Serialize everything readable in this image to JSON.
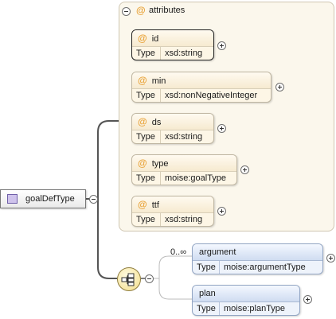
{
  "root": {
    "name": "goalDefType"
  },
  "attributes_group": {
    "label": "attributes",
    "attributes": [
      {
        "name": "id",
        "type_key": "Type",
        "type": "xsd:string"
      },
      {
        "name": "min",
        "type_key": "Type",
        "type": "xsd:nonNegativeInteger"
      },
      {
        "name": "ds",
        "type_key": "Type",
        "type": "xsd:string"
      },
      {
        "name": "type",
        "type_key": "Type",
        "type": "moise:goalType"
      },
      {
        "name": "ttf",
        "type_key": "Type",
        "type": "xsd:string"
      }
    ]
  },
  "attribute_glyph": "@",
  "sequence": {
    "occurs": "0..∞",
    "elements": [
      {
        "name": "argument",
        "type_key": "Type",
        "type": "moise:argumentType"
      },
      {
        "name": "plan",
        "type_key": "Type",
        "type": "moise:planType"
      }
    ]
  },
  "colors": {
    "attribute_bg": "#fdf6e6",
    "attribute_glyph": "#e9a43b",
    "element_bg": "#eef3fb",
    "element_header": "#cfdcf1",
    "connector": "#555555",
    "type_icon": "#cfc3ec"
  }
}
